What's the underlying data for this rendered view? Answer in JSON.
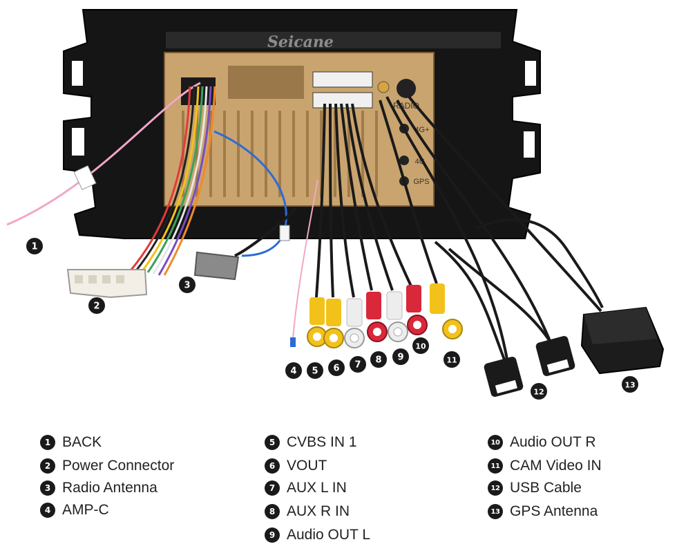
{
  "brand": {
    "logo_text": "Seicane"
  },
  "panel_labels": {
    "radio": "RADIO",
    "fourg_plus": "4G+",
    "fourg": "4G",
    "gps": "GPS"
  },
  "callouts": [
    "1",
    "2",
    "3",
    "4",
    "5",
    "6",
    "7",
    "8",
    "9",
    "10",
    "11",
    "12",
    "13"
  ],
  "legend": [
    {
      "num": "1",
      "label": "BACK"
    },
    {
      "num": "2",
      "label": "Power Connector"
    },
    {
      "num": "3",
      "label": "Radio Antenna"
    },
    {
      "num": "4",
      "label": "AMP-C"
    },
    {
      "num": "5",
      "label": "CVBS IN 1"
    },
    {
      "num": "6",
      "label": "VOUT"
    },
    {
      "num": "7",
      "label": "AUX L IN"
    },
    {
      "num": "8",
      "label": "AUX R IN"
    },
    {
      "num": "9",
      "label": "Audio OUT L"
    },
    {
      "num": "10",
      "label": "Audio OUT R"
    },
    {
      "num": "11",
      "label": "CAM Video IN"
    },
    {
      "num": "12",
      "label": "USB Cable"
    },
    {
      "num": "13",
      "label": "GPS Antenna"
    }
  ],
  "colors": {
    "frame": "#151515",
    "chassis": "#c9a46e",
    "chassis_dark": "#8a6a3f",
    "rca_yellow": "#f2c21a",
    "rca_red": "#d8283a",
    "rca_white": "#ededed",
    "pink_wire": "#f2a6c9",
    "blue_wire": "#2d6ad6"
  }
}
